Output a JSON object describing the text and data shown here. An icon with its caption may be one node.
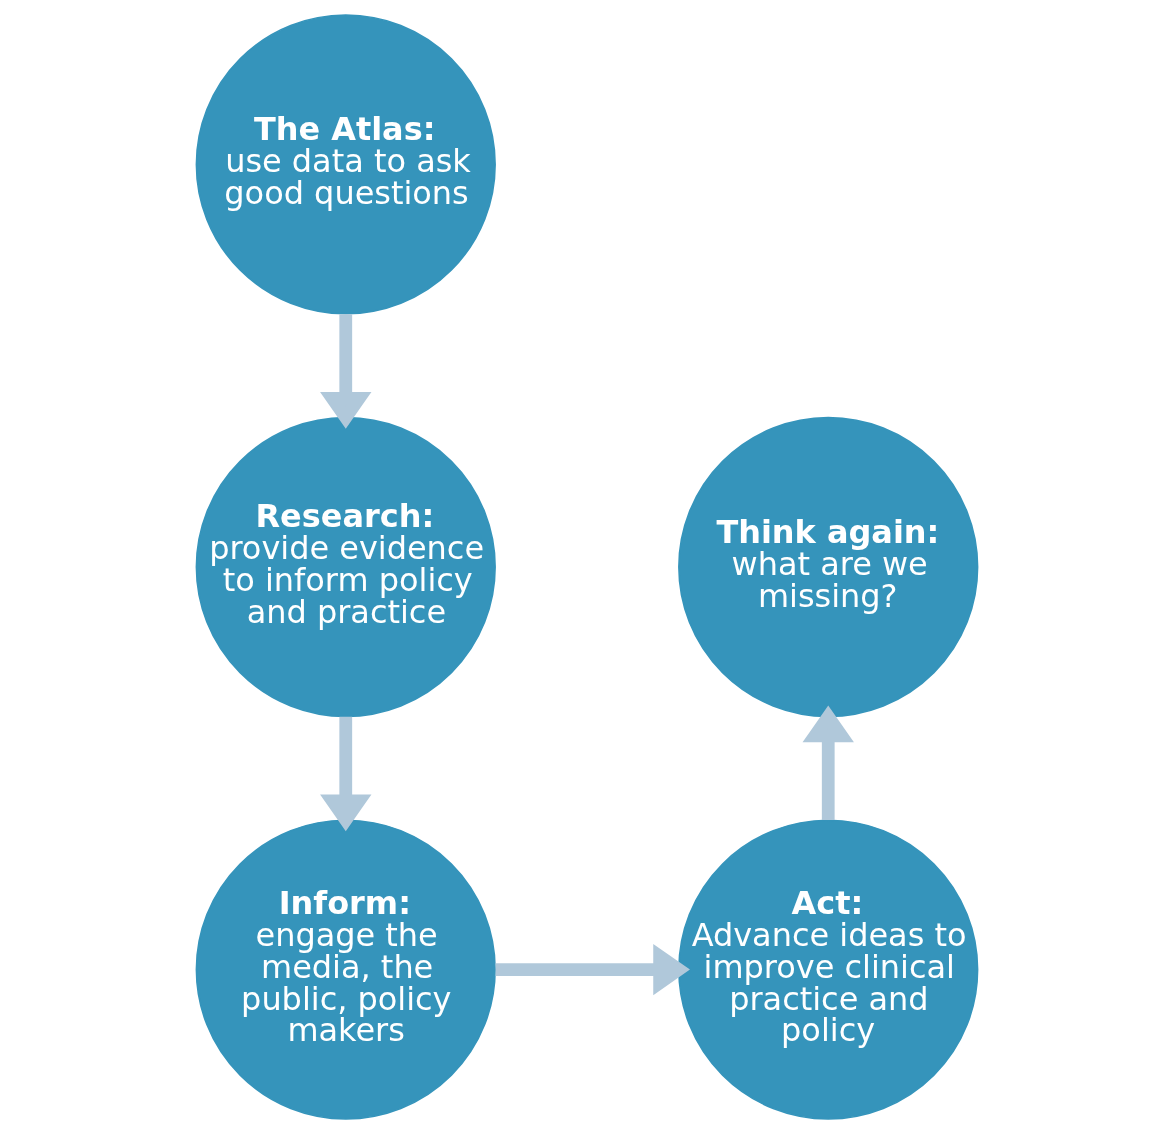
{
  "diagram": {
    "nodes": [
      {
        "text": [
          "The Atlas:",
          "use data to ask good questions"
        ]
      },
      {
        "text": [
          "Research:",
          "provide evidence to inform policy and practice"
        ]
      },
      {
        "text": [
          "Inform:",
          "engage the media, the public, policy makers"
        ]
      },
      {
        "text": [
          "Act:",
          "Advance ideas to improve clinical practice and policy"
        ]
      },
      {
        "text": [
          "Think again:",
          "what are we missing?"
        ]
      }
    ],
    "edges": [
      {
        "from": 0,
        "to": 1,
        "arrow": "to"
      },
      {
        "from": 1,
        "to": 2,
        "arrow": "to"
      },
      {
        "from": 2,
        "to": 3,
        "arrow": "to"
      },
      {
        "from": 3,
        "to": 4,
        "arrow": "to"
      }
    ]
  }
}
